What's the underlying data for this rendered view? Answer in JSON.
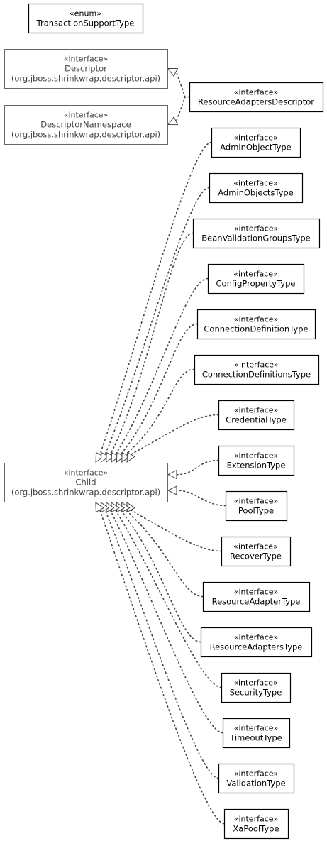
{
  "diagram": {
    "nodes": [
      {
        "id": "transaction-support-type",
        "stereotype": "«enum»",
        "name": "TransactionSupportType",
        "package": ""
      },
      {
        "id": "descriptor",
        "stereotype": "«interface»",
        "name": "Descriptor",
        "package": "(org.jboss.shrinkwrap.descriptor.api)",
        "external": true
      },
      {
        "id": "descriptor-namespace",
        "stereotype": "«interface»",
        "name": "DescriptorNamespace",
        "package": "(org.jboss.shrinkwrap.descriptor.api)",
        "external": true
      },
      {
        "id": "resource-adapters-descriptor",
        "stereotype": "«interface»",
        "name": "ResourceAdaptersDescriptor",
        "package": ""
      },
      {
        "id": "child",
        "stereotype": "«interface»",
        "name": "Child",
        "package": "(org.jboss.shrinkwrap.descriptor.api)",
        "external": true
      },
      {
        "id": "admin-object-type",
        "stereotype": "«interface»",
        "name": "AdminObjectType",
        "package": ""
      },
      {
        "id": "admin-objects-type",
        "stereotype": "«interface»",
        "name": "AdminObjectsType",
        "package": ""
      },
      {
        "id": "bean-validation-groups-type",
        "stereotype": "«interface»",
        "name": "BeanValidationGroupsType",
        "package": ""
      },
      {
        "id": "config-property-type",
        "stereotype": "«interface»",
        "name": "ConfigPropertyType",
        "package": ""
      },
      {
        "id": "connection-definition-type",
        "stereotype": "«interface»",
        "name": "ConnectionDefinitionType",
        "package": ""
      },
      {
        "id": "connection-definitions-type",
        "stereotype": "«interface»",
        "name": "ConnectionDefinitionsType",
        "package": ""
      },
      {
        "id": "credential-type",
        "stereotype": "«interface»",
        "name": "CredentialType",
        "package": ""
      },
      {
        "id": "extension-type",
        "stereotype": "«interface»",
        "name": "ExtensionType",
        "package": ""
      },
      {
        "id": "pool-type",
        "stereotype": "«interface»",
        "name": "PoolType",
        "package": ""
      },
      {
        "id": "recover-type",
        "stereotype": "«interface»",
        "name": "RecoverType",
        "package": ""
      },
      {
        "id": "resource-adapter-type",
        "stereotype": "«interface»",
        "name": "ResourceAdapterType",
        "package": ""
      },
      {
        "id": "resource-adapters-type",
        "stereotype": "«interface»",
        "name": "ResourceAdaptersType",
        "package": ""
      },
      {
        "id": "security-type",
        "stereotype": "«interface»",
        "name": "SecurityType",
        "package": ""
      },
      {
        "id": "timeout-type",
        "stereotype": "«interface»",
        "name": "TimeoutType",
        "package": ""
      },
      {
        "id": "validation-type",
        "stereotype": "«interface»",
        "name": "ValidationType",
        "package": ""
      },
      {
        "id": "xa-pool-type",
        "stereotype": "«interface»",
        "name": "XaPoolType",
        "package": ""
      }
    ],
    "edges": [
      {
        "from": "resource-adapters-descriptor",
        "to": "descriptor",
        "kind": "realization"
      },
      {
        "from": "resource-adapters-descriptor",
        "to": "descriptor-namespace",
        "kind": "realization"
      },
      {
        "from": "admin-object-type",
        "to": "child",
        "kind": "realization"
      },
      {
        "from": "admin-objects-type",
        "to": "child",
        "kind": "realization"
      },
      {
        "from": "bean-validation-groups-type",
        "to": "child",
        "kind": "realization"
      },
      {
        "from": "config-property-type",
        "to": "child",
        "kind": "realization"
      },
      {
        "from": "connection-definition-type",
        "to": "child",
        "kind": "realization"
      },
      {
        "from": "connection-definitions-type",
        "to": "child",
        "kind": "realization"
      },
      {
        "from": "credential-type",
        "to": "child",
        "kind": "realization"
      },
      {
        "from": "extension-type",
        "to": "child",
        "kind": "realization"
      },
      {
        "from": "pool-type",
        "to": "child",
        "kind": "realization"
      },
      {
        "from": "recover-type",
        "to": "child",
        "kind": "realization"
      },
      {
        "from": "resource-adapter-type",
        "to": "child",
        "kind": "realization"
      },
      {
        "from": "resource-adapters-type",
        "to": "child",
        "kind": "realization"
      },
      {
        "from": "security-type",
        "to": "child",
        "kind": "realization"
      },
      {
        "from": "timeout-type",
        "to": "child",
        "kind": "realization"
      },
      {
        "from": "validation-type",
        "to": "child",
        "kind": "realization"
      },
      {
        "from": "xa-pool-type",
        "to": "child",
        "kind": "realization"
      }
    ],
    "colors": {
      "border": "#000000",
      "external_border": "#666666",
      "external_text": "#444444",
      "text": "#000000",
      "edge": "#444444",
      "arrowhead_fill": "#ffffff"
    }
  }
}
